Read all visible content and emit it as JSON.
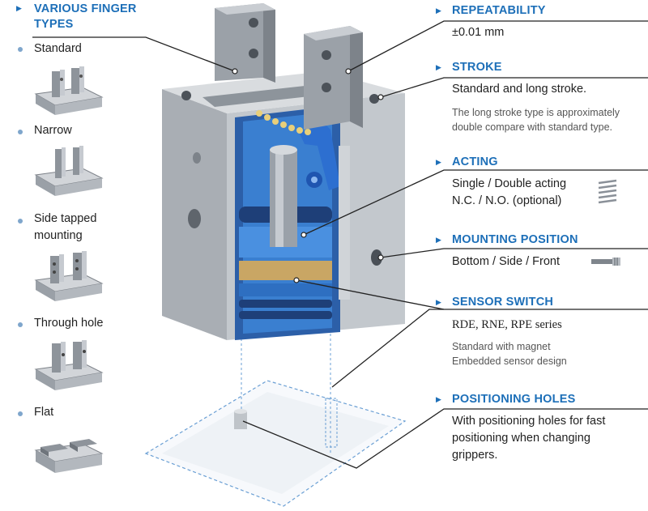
{
  "finger_types": {
    "heading": "VARIOUS FINGER TYPES",
    "items": [
      {
        "label": "Standard"
      },
      {
        "label": "Narrow"
      },
      {
        "label": "Side tapped mounting"
      },
      {
        "label": "Through hole"
      },
      {
        "label": "Flat"
      }
    ]
  },
  "features": {
    "repeatability": {
      "heading": "REPEATABILITY",
      "text": "±0.01 mm"
    },
    "stroke": {
      "heading": "STROKE",
      "text": "Standard and long stroke.",
      "note": "The long stroke type is approximately double compare with standard type."
    },
    "acting": {
      "heading": "ACTING",
      "text": "Single / Double acting N.C. / N.O. (optional)",
      "icon": "spring-icon"
    },
    "mounting": {
      "heading": "MOUNTING POSITION",
      "text": "Bottom / Side / Front",
      "icon": "screw-icon"
    },
    "sensor": {
      "heading": "SENSOR SWITCH",
      "text": "RDE, RNE, RPE series",
      "note": "Standard with magnet Embedded sensor design"
    },
    "positioning": {
      "heading": "POSITIONING HOLES",
      "text": "With positioning holes for fast positioning when changing grippers."
    }
  },
  "colors": {
    "accent": "#1d6fb8",
    "body_metal": "#b9bec4",
    "cutaway_blue": "#3a7fd0",
    "brass": "#c9a664"
  }
}
